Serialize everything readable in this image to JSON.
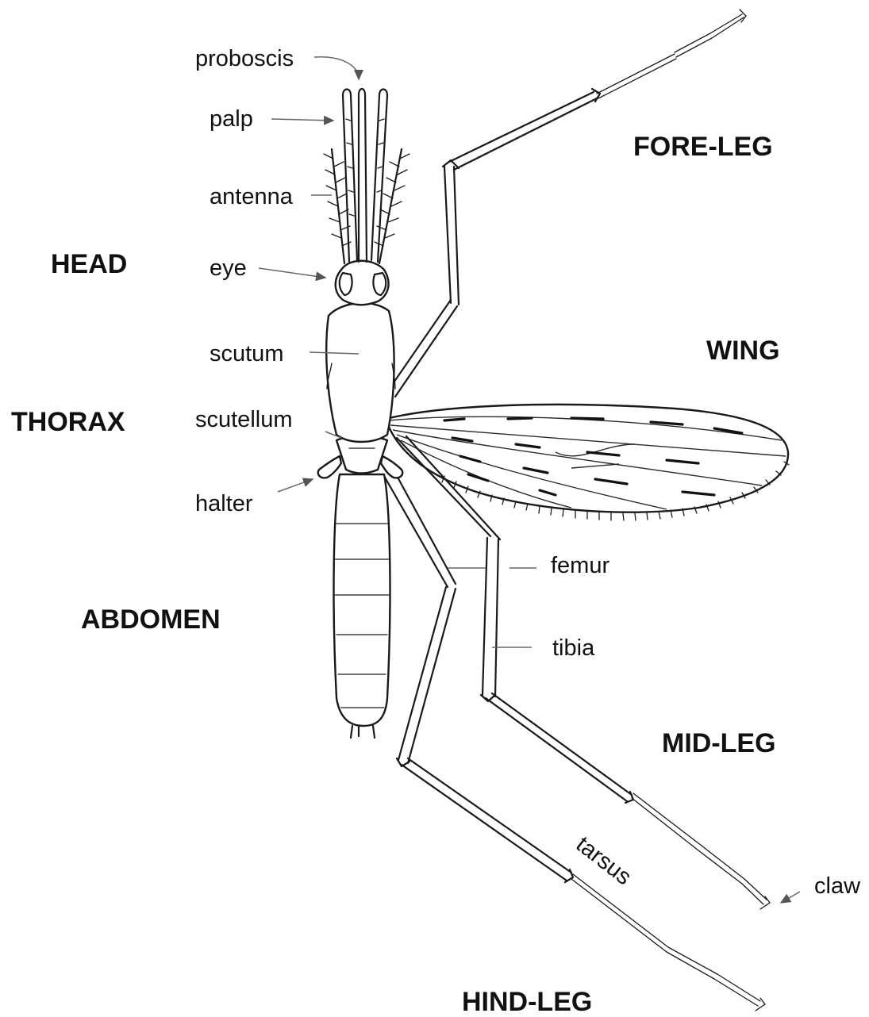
{
  "labels": {
    "proboscis": "proboscis",
    "palp": "palp",
    "antenna": "antenna",
    "eye": "eye",
    "scutum": "scutum",
    "scutellum": "scutellum",
    "halter": "halter",
    "femur": "femur",
    "tibia": "tibia",
    "tarsus": "tarsus",
    "claw": "claw"
  },
  "regions": {
    "head": "HEAD",
    "thorax": "THORAX",
    "abdomen": "ABDOMEN",
    "fore_leg": "FORE-LEG",
    "wing": "WING",
    "mid_leg": "MID-LEG",
    "hind_leg": "HIND-LEG"
  }
}
